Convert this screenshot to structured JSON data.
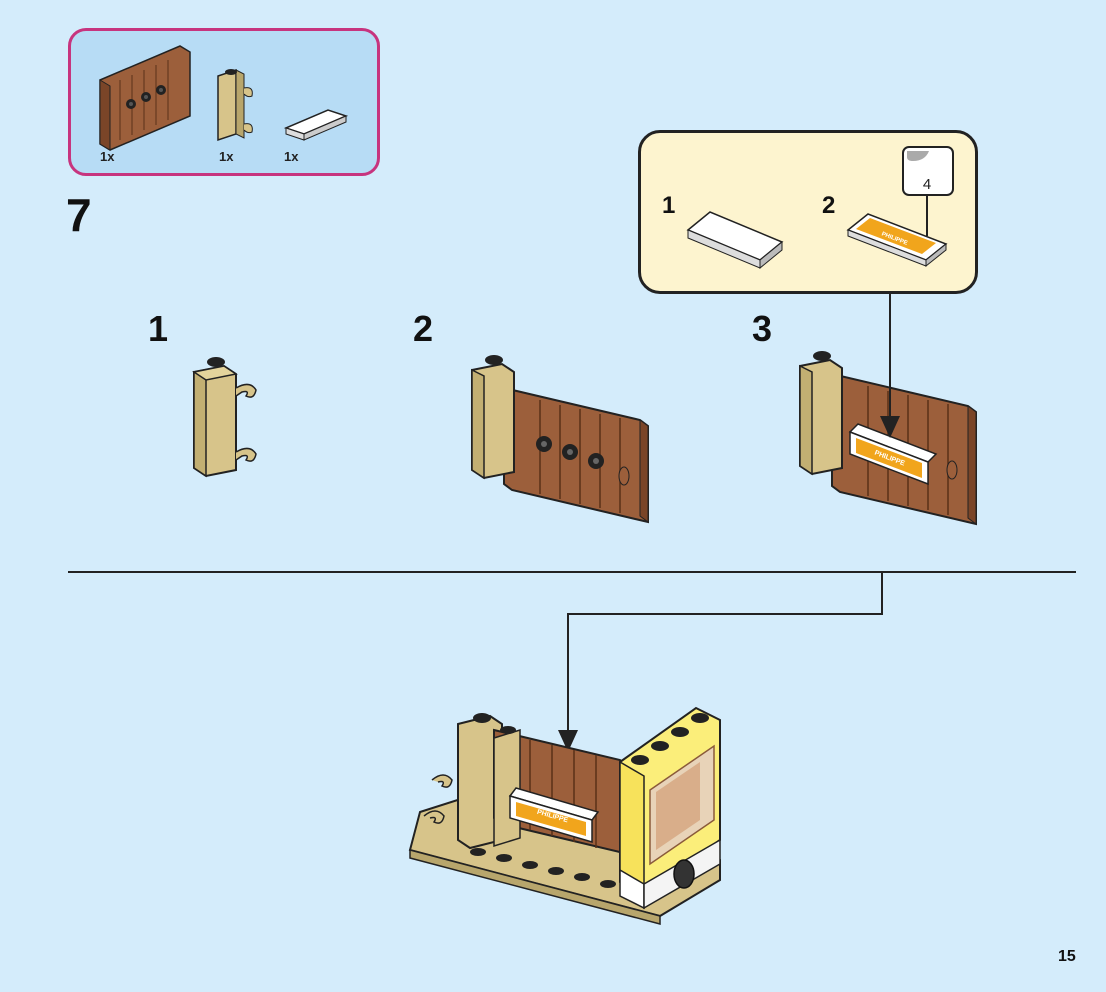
{
  "parts_list": {
    "items": [
      {
        "name": "door-panel",
        "qty": "1x"
      },
      {
        "name": "clip-brick",
        "qty": "1x"
      },
      {
        "name": "white-tile",
        "qty": "1x"
      }
    ]
  },
  "step": {
    "number": "7"
  },
  "substeps": [
    "1",
    "2",
    "3"
  ],
  "callout": {
    "steps": [
      "1",
      "2"
    ],
    "sticker_number": "4"
  },
  "sticker_text": "PHILIPPE",
  "page_number": "15",
  "colors": {
    "background": "#d4ecfb",
    "parts_border": "#c7347e",
    "parts_bg": "#b7dcf5",
    "callout_bg": "#fdf4cf",
    "door": "#9c5f3b",
    "tan": "#d7c48a",
    "yellow": "#fbee7a"
  }
}
